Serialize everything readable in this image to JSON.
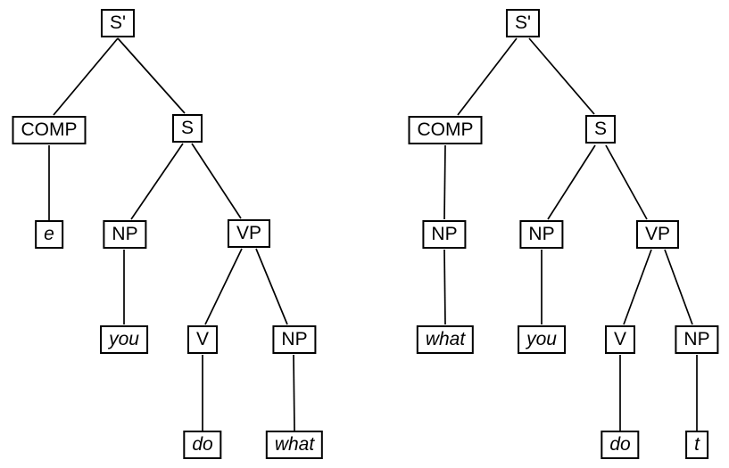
{
  "diagram": {
    "kind": "syntax-trees",
    "colors": {
      "background": "#ffffff",
      "line": "#000000",
      "box_border": "#000000",
      "text": "#000000"
    },
    "trees": [
      {
        "id": "left-tree",
        "nodes": [
          {
            "id": "sbar",
            "label": "S'",
            "style": "plain"
          },
          {
            "id": "comp",
            "label": "COMP",
            "style": "plain"
          },
          {
            "id": "s",
            "label": "S",
            "style": "plain"
          },
          {
            "id": "e",
            "label": "e",
            "style": "italic"
          },
          {
            "id": "np-subj",
            "label": "NP",
            "style": "plain"
          },
          {
            "id": "vp",
            "label": "VP",
            "style": "plain"
          },
          {
            "id": "you",
            "label": "you",
            "style": "italic"
          },
          {
            "id": "v",
            "label": "V",
            "style": "plain"
          },
          {
            "id": "np-obj",
            "label": "NP",
            "style": "plain"
          },
          {
            "id": "do",
            "label": "do",
            "style": "italic"
          },
          {
            "id": "what",
            "label": "what",
            "style": "italic"
          }
        ],
        "edges": [
          [
            "S'",
            "COMP"
          ],
          [
            "S'",
            "S"
          ],
          [
            "COMP",
            "e"
          ],
          [
            "S",
            "NP"
          ],
          [
            "S",
            "VP"
          ],
          [
            "NP",
            "you"
          ],
          [
            "VP",
            "V"
          ],
          [
            "VP",
            "NP"
          ],
          [
            "V",
            "do"
          ],
          [
            "NP",
            "what"
          ]
        ]
      },
      {
        "id": "right-tree",
        "nodes": [
          {
            "id": "sbar",
            "label": "S'",
            "style": "plain"
          },
          {
            "id": "comp",
            "label": "COMP",
            "style": "plain"
          },
          {
            "id": "s",
            "label": "S",
            "style": "plain"
          },
          {
            "id": "np-comp",
            "label": "NP",
            "style": "plain"
          },
          {
            "id": "np-subj",
            "label": "NP",
            "style": "plain"
          },
          {
            "id": "vp",
            "label": "VP",
            "style": "plain"
          },
          {
            "id": "what",
            "label": "what",
            "style": "italic"
          },
          {
            "id": "you",
            "label": "you",
            "style": "italic"
          },
          {
            "id": "v",
            "label": "V",
            "style": "plain"
          },
          {
            "id": "np-obj",
            "label": "NP",
            "style": "plain"
          },
          {
            "id": "do",
            "label": "do",
            "style": "italic"
          },
          {
            "id": "t",
            "label": "t",
            "style": "italic"
          }
        ],
        "edges": [
          [
            "S'",
            "COMP"
          ],
          [
            "S'",
            "S"
          ],
          [
            "COMP",
            "NP"
          ],
          [
            "NP",
            "what"
          ],
          [
            "S",
            "NP"
          ],
          [
            "S",
            "VP"
          ],
          [
            "NP",
            "you"
          ],
          [
            "VP",
            "V"
          ],
          [
            "VP",
            "NP"
          ],
          [
            "V",
            "do"
          ],
          [
            "NP",
            "t"
          ]
        ]
      }
    ]
  }
}
